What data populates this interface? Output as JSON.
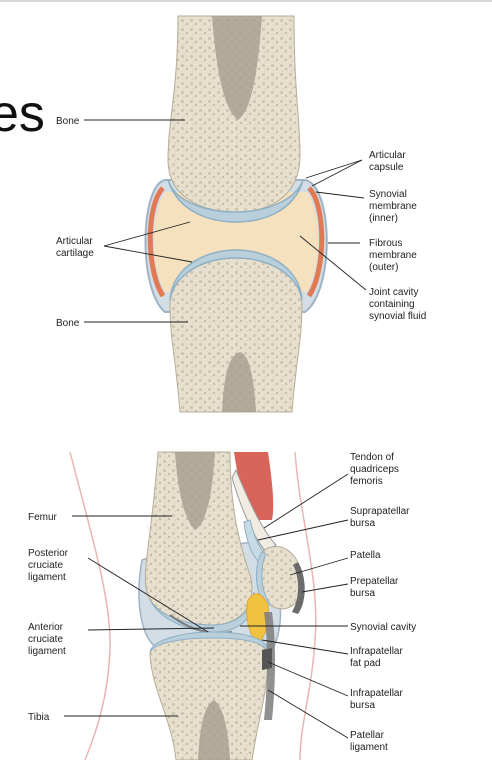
{
  "slide": {
    "title_fragment": "es"
  },
  "synovial_joint": {
    "labels": {
      "bone_top": "Bone",
      "bone_bottom": "Bone",
      "articular_cartilage": [
        "Articular",
        "cartilage"
      ],
      "articular_capsule": [
        "Articular",
        "capsule"
      ],
      "synovial_membrane": [
        "Synovial",
        "membrane",
        "(inner)"
      ],
      "fibrous_membrane": [
        "Fibrous",
        "membrane",
        "(outer)"
      ],
      "joint_cavity": [
        "Joint cavity",
        "containing",
        "synovial fluid"
      ]
    }
  },
  "knee_joint": {
    "labels": {
      "femur": "Femur",
      "pcl": [
        "Posterior",
        "cruciate",
        "ligament"
      ],
      "acl": [
        "Anterior",
        "cruciate",
        "ligament"
      ],
      "tibia": "Tibia",
      "quadriceps_tendon": [
        "Tendon of",
        "quadriceps",
        "femoris"
      ],
      "suprapatellar_bursa": [
        "Suprapatellar",
        "bursa"
      ],
      "patella": "Patella",
      "prepatellar_bursa": [
        "Prepatellar",
        "bursa"
      ],
      "synovial_cavity": "Synovial cavity",
      "infrapatellar_fat_pad": [
        "Infrapatellar",
        "fat pad"
      ],
      "infrapatellar_bursa": [
        "Infrapatellar",
        "bursa"
      ],
      "patellar_ligament": [
        "Patellar",
        "ligament"
      ]
    }
  },
  "colors": {
    "bone": "#e7e0cf",
    "bone_spongy": "#cfc6b0",
    "marrow": "#a59c8c",
    "cartilage": "#b9cfdc",
    "capsule": "#d3dde6",
    "synovial_membrane": "#e07a55",
    "fluid": "#f5e1bd",
    "fat_pad": "#f1c240",
    "muscle": "#d9655a",
    "skin": "#e8b7b0"
  }
}
